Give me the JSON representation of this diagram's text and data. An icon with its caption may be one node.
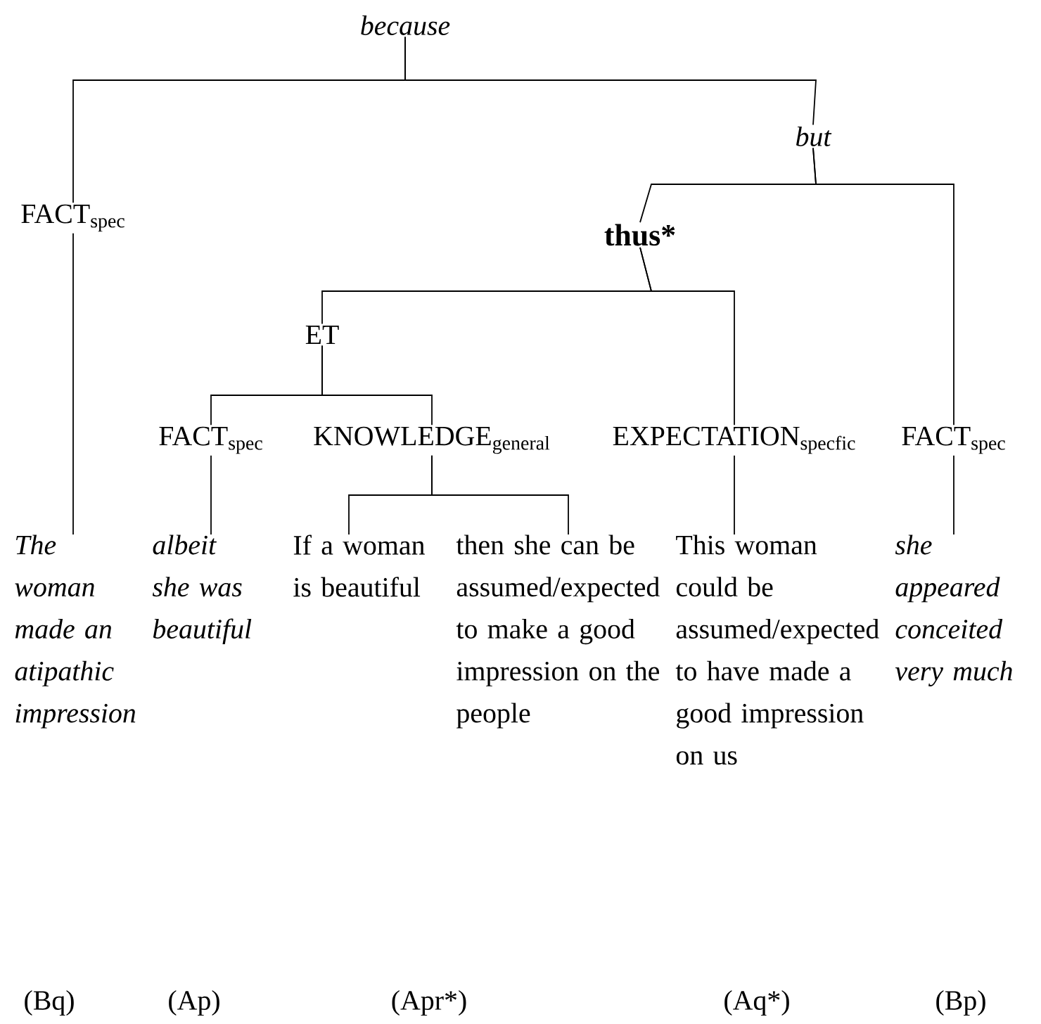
{
  "diagram": {
    "nodes": [
      {
        "text": [
          "because"
        ]
      },
      {
        "text": [
          "FACT$_{spec}$"
        ]
      },
      {
        "text": [
          "but"
        ]
      },
      {
        "text": [
          "thus*"
        ]
      },
      {
        "text": [
          "ET"
        ]
      },
      {
        "text": [
          "FACT$_{spec}$"
        ]
      },
      {
        "text": [
          "KNOWLEDGE$_{general}$"
        ]
      },
      {
        "text": [
          "EXPECTATION$_{specfic}$"
        ]
      },
      {
        "text": [
          "FACT$_{spec}$"
        ]
      },
      {
        "text": [
          "The woman made an atipathic impression"
        ]
      },
      {
        "text": [
          "albeit she was beautiful"
        ]
      },
      {
        "text": [
          "If a woman is beautiful"
        ]
      },
      {
        "text": [
          "then she can be assumed/expected to make a good impression on the people"
        ]
      },
      {
        "text": [
          "This woman could be assumed/expected to have made a good impression on us"
        ]
      },
      {
        "text": [
          "she appeared conceited very much"
        ]
      }
    ],
    "edges": [
      {
        "from": 0,
        "to": 1,
        "arrow": "none"
      },
      {
        "from": 0,
        "to": 2,
        "arrow": "none"
      },
      {
        "from": 2,
        "to": 3,
        "arrow": "none"
      },
      {
        "from": 2,
        "to": 8,
        "arrow": "none"
      },
      {
        "from": 3,
        "to": 4,
        "arrow": "none"
      },
      {
        "from": 3,
        "to": 7,
        "arrow": "none"
      },
      {
        "from": 4,
        "to": 5,
        "arrow": "none"
      },
      {
        "from": 4,
        "to": 6,
        "arrow": "none"
      },
      {
        "from": 6,
        "to": 11,
        "arrow": "none"
      },
      {
        "from": 6,
        "to": 12,
        "arrow": "none"
      },
      {
        "from": 1,
        "to": 9,
        "arrow": "none"
      },
      {
        "from": 5,
        "to": 10,
        "arrow": "none"
      },
      {
        "from": 7,
        "to": 13,
        "arrow": "none"
      },
      {
        "from": 8,
        "to": 14,
        "arrow": "none"
      }
    ],
    "labels": [
      "(Bq)",
      "(Ap)",
      "(Apr*)",
      "(Aq*)",
      "(Bp)"
    ]
  }
}
